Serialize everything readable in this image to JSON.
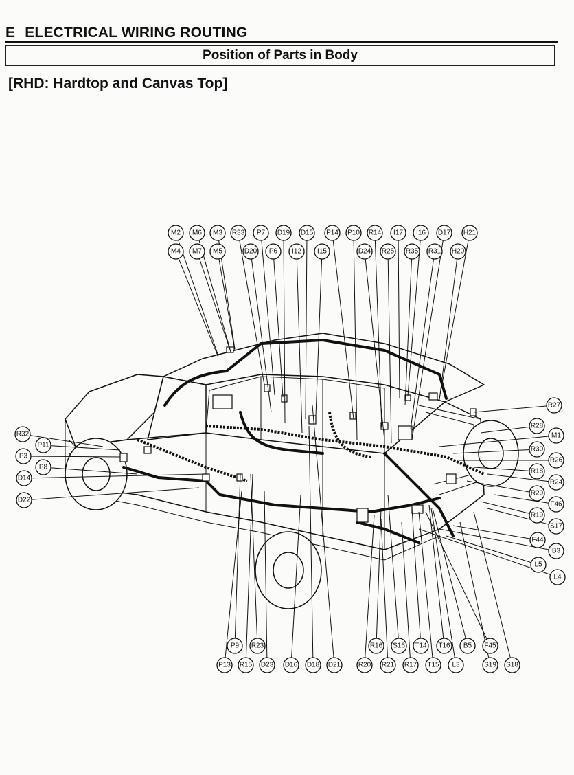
{
  "header": {
    "section_letter": "E",
    "section_title": "ELECTRICAL WIRING ROUTING",
    "subtitle": "Position of Parts in Body",
    "variant": "[RHD: Hardtop and Canvas Top]"
  },
  "callouts": {
    "top_row1": [
      "M2",
      "M6",
      "M3",
      "R33",
      "P7",
      "D19",
      "D15",
      "P14",
      "P10",
      "R14",
      "I17",
      "I16",
      "D17",
      "H21"
    ],
    "top_row2": [
      "M4",
      "M7",
      "M5",
      "D20",
      "P6",
      "I12",
      "I15",
      "D24",
      "R25",
      "R35",
      "R31",
      "H20"
    ],
    "left": [
      "R32",
      "P11",
      "P3",
      "P8",
      "D14",
      "D22"
    ],
    "right": [
      "R27",
      "R28",
      "M1",
      "R30",
      "R26",
      "R18",
      "R24",
      "R29",
      "F46",
      "R19",
      "S17",
      "F44",
      "B3",
      "L5",
      "L4"
    ],
    "bottom_row1": [
      "P9",
      "R23",
      "R16",
      "S16",
      "T14",
      "T16",
      "B5",
      "F45"
    ],
    "bottom_row2": [
      "P13",
      "R15",
      "D23",
      "D16",
      "D18",
      "D21",
      "R20",
      "R21",
      "R17",
      "T15",
      "L3",
      "S19",
      "S18"
    ]
  }
}
